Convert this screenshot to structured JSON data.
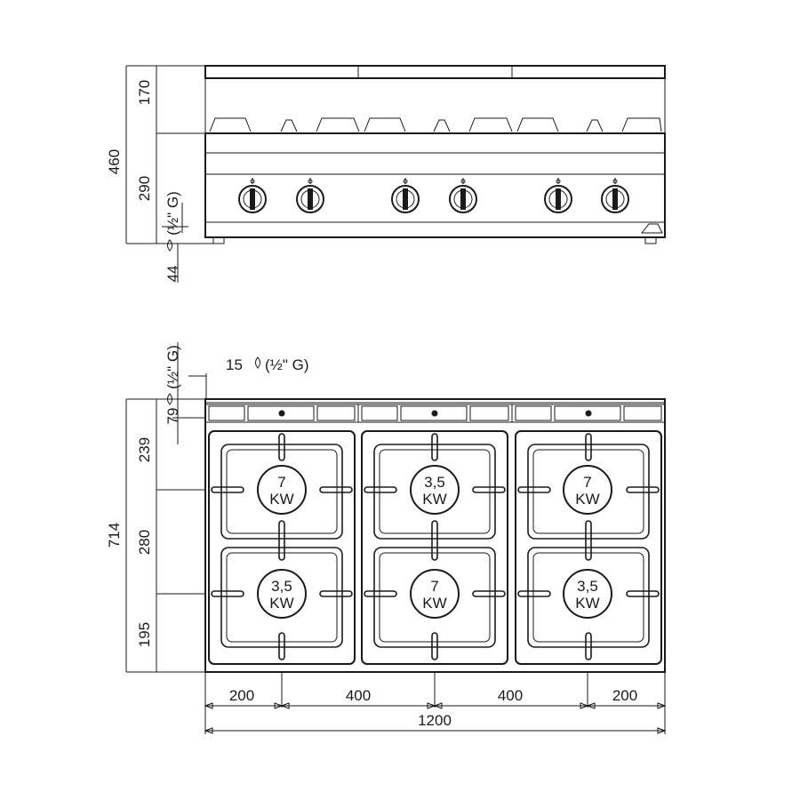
{
  "front_view": {
    "dimensions": {
      "total_height": "460",
      "top_height": "170",
      "body_height": "290",
      "gas_connection": "(½\" G)",
      "feet": "44",
      "gas_icon": "flame-icon"
    },
    "knob_count": 6
  },
  "top_view": {
    "dimensions": {
      "depth_total": "714",
      "depth_front": "239",
      "depth_mid": "280",
      "depth_back": "195",
      "gas_top": "79",
      "gas_top_conn": "(½\" G)",
      "gas_side": "15",
      "gas_side_conn": "(½\" G)",
      "width_left": "200",
      "width_mid_left": "400",
      "width_mid_right": "400",
      "width_right": "200",
      "width_total": "1200"
    },
    "burners": [
      {
        "position": "rear-left",
        "line1": "7",
        "line2": "KW"
      },
      {
        "position": "rear-center",
        "line1": "3,5",
        "line2": "KW"
      },
      {
        "position": "rear-right",
        "line1": "7",
        "line2": "KW"
      },
      {
        "position": "front-left",
        "line1": "3,5",
        "line2": "KW"
      },
      {
        "position": "front-center",
        "line1": "7",
        "line2": "KW"
      },
      {
        "position": "front-right",
        "line1": "3,5",
        "line2": "KW"
      }
    ]
  }
}
